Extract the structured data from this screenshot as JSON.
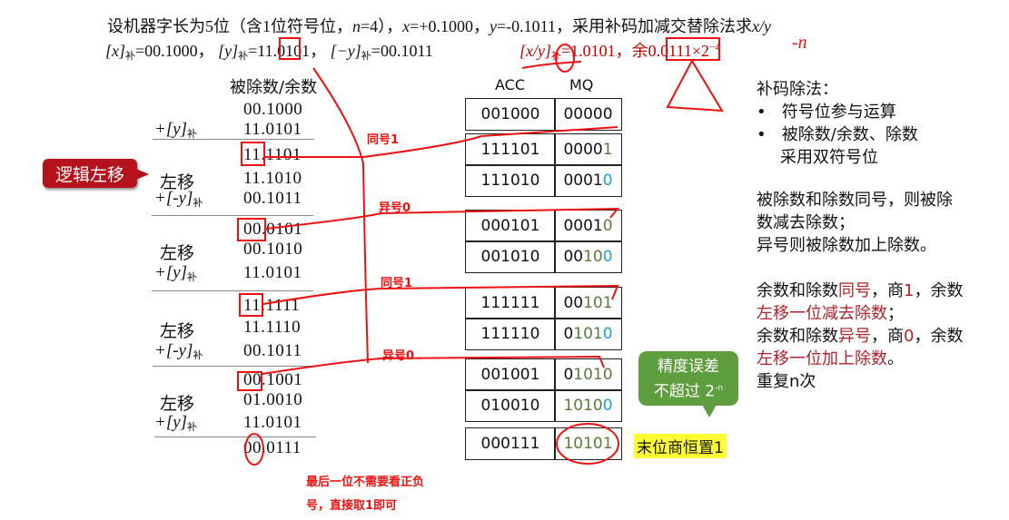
{
  "problem": {
    "line1_a": "设机器字长为5位（含1位符号位，",
    "line1_n": "n",
    "line1_b": "=4），",
    "line1_x": "x",
    "line1_c": "=+0.1000，",
    "line1_y": "y",
    "line1_d": "=-0.1011，采用补码加减交替除法求",
    "line1_xy": "x/y",
    "x_comp": "[x]",
    "x_sub": "补",
    "x_val": "=00.1000，",
    "y_comp": "[y]",
    "y_sub": "补",
    "y_val": "=11.0101，",
    "ny_comp": "[−y]",
    "ny_sub": "补",
    "ny_val": "=00.1011",
    "result_a": "[x/y]",
    "result_sub": "补",
    "result_b": "=1.0101，余0.0111×2",
    "result_exp": "−4"
  },
  "left": {
    "header": "被除数/余数",
    "callout": "逻辑左移",
    "rows": [
      {
        "label": "",
        "sub": "",
        "value": "00.1000"
      },
      {
        "label": "+[y]",
        "sub": "补",
        "value": "11.0101"
      },
      {
        "label": "",
        "sub": "",
        "value": "11.1101"
      },
      {
        "label": "左移",
        "sub": "",
        "value": "11.1010"
      },
      {
        "label": "+[-y]",
        "sub": "补",
        "value": "00.1011"
      },
      {
        "label": "",
        "sub": "",
        "value": "00.0101"
      },
      {
        "label": "左移",
        "sub": "",
        "value": "00.1010"
      },
      {
        "label": "+[y]",
        "sub": "补",
        "value": "11.0101"
      },
      {
        "label": "",
        "sub": "",
        "value": "11.1111"
      },
      {
        "label": "左移",
        "sub": "",
        "value": "11.1110"
      },
      {
        "label": "+[-y]",
        "sub": "补",
        "value": "00.1011"
      },
      {
        "label": "",
        "sub": "",
        "value": "00.1001"
      },
      {
        "label": "左移",
        "sub": "",
        "value": "01.0010"
      },
      {
        "label": "+[y]",
        "sub": "补",
        "value": "11.0101"
      },
      {
        "label": "",
        "sub": "",
        "value": "00.0111"
      }
    ]
  },
  "table": {
    "acc_header": "ACC",
    "mq_header": "MQ",
    "rows": [
      {
        "acc": "001000",
        "mq": [
          "00000",
          "",
          ""
        ]
      },
      {
        "acc": "111101",
        "mq": [
          "0000",
          "1",
          ""
        ]
      },
      {
        "acc": "111010",
        "mq": [
          "0001",
          "",
          "0"
        ]
      },
      {
        "acc": "000101",
        "mq": [
          "0001",
          "0",
          ""
        ]
      },
      {
        "acc": "001010",
        "mq": [
          "00",
          "10",
          "0"
        ]
      },
      {
        "acc": "111111",
        "mq": [
          "00",
          "101",
          ""
        ]
      },
      {
        "acc": "111110",
        "mq": [
          "0",
          "101",
          "0"
        ]
      },
      {
        "acc": "001001",
        "mq": [
          "0",
          "1010",
          ""
        ]
      },
      {
        "acc": "010010",
        "mq": [
          "",
          "1010",
          "0"
        ]
      },
      {
        "acc": "000111",
        "mq": [
          "",
          "10101",
          ""
        ]
      }
    ]
  },
  "annotations": {
    "a1": "同号1",
    "a2": "异号0",
    "a3": "同号1",
    "a4": "异号0",
    "note1": "最后一位不需要看正负",
    "note2": "号，直接取1即可",
    "n_mark": "-n"
  },
  "bubble": {
    "line1": "精度误差",
    "line2": "不超过 2",
    "exp": "-n"
  },
  "highlight": "末位商恒置1",
  "rules": {
    "title": "补码除法：",
    "b1": "符号位参与运算",
    "b2a": "被除数/余数、除数",
    "b2b": "采用双符号位",
    "p1": "被除数和除数同号，则被除",
    "p2": "数减去除数；",
    "p3": "异号则被除数加上除数。",
    "r1a": "余数和除数",
    "r1b": "同号",
    "r1c": "，商",
    "r1d": "1",
    "r1e": "，余数",
    "r2": "左移一位减去除数",
    "r2e": "；",
    "r3a": "余数和除数",
    "r3b": "异号",
    "r3c": "，商",
    "r3d": "0",
    "r3e": "，余数",
    "r4": "左移一位加上除数",
    "r4e": "。",
    "r5": "重复n次"
  },
  "colors": {
    "red": "#c00000",
    "green": "#5a7a3a",
    "blue": "#1aa3d9",
    "bubble": "#5f9e3f",
    "highlight": "#ffff33"
  }
}
